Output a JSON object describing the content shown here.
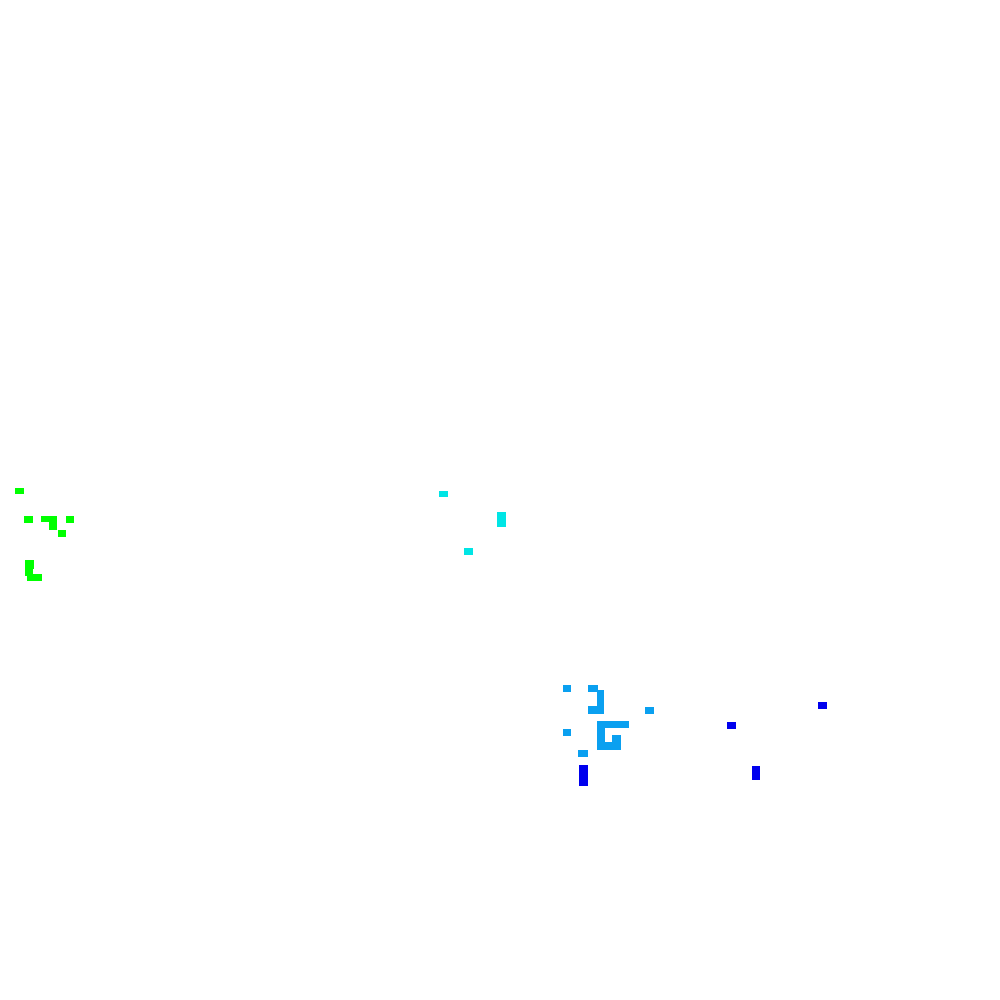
{
  "background": "#ffffff",
  "clusters": [
    {
      "name": "green-cluster",
      "color": "#00ff00"
    },
    {
      "name": "cyan-cluster",
      "color": "#00e5e5"
    },
    {
      "name": "light-blue-cluster",
      "color": "#0aa0f0"
    },
    {
      "name": "blue-cluster",
      "color": "#0000ee"
    }
  ]
}
